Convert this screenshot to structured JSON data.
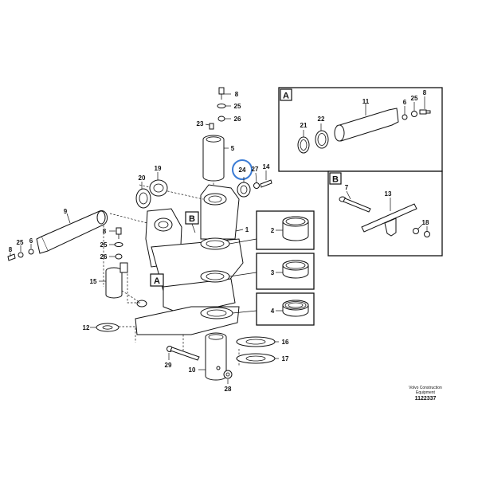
{
  "callouts": {
    "c1": "1",
    "c2": "2",
    "c3": "3",
    "c4": "4",
    "c5": "5",
    "c6": "6",
    "c7": "7",
    "c8": "8",
    "c9": "9",
    "c10": "10",
    "c11": "11",
    "c12": "12",
    "c13": "13",
    "c14": "14",
    "c15": "15",
    "c16": "16",
    "c17": "17",
    "c18": "18",
    "c19": "19",
    "c20": "20",
    "c21": "21",
    "c22": "22",
    "c23": "23",
    "c24": "24",
    "c25": "25",
    "c26": "26",
    "c27": "27",
    "c28": "28",
    "c29": "29"
  },
  "detail_tags": {
    "a": "A",
    "b": "B"
  },
  "footer": {
    "line1": "Volvo Construction",
    "line2": "Equipment",
    "number": "1122337"
  },
  "colors": {
    "ink": "#111111",
    "highlight": "#3a7bd5",
    "paper": "#ffffff"
  }
}
